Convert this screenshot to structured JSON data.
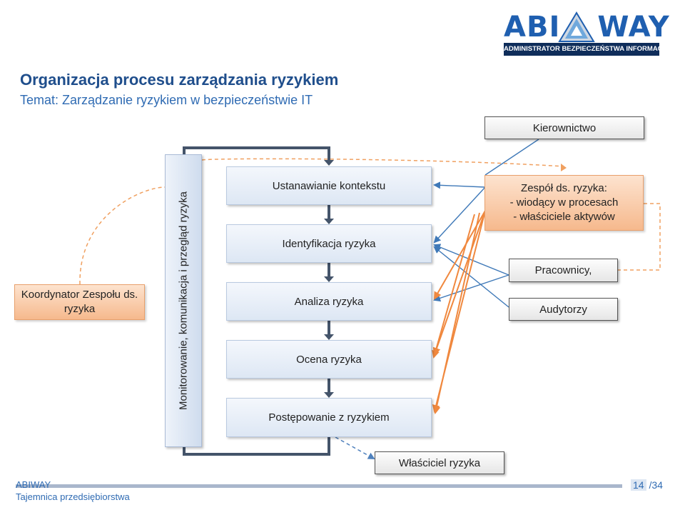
{
  "title": "Organizacja procesu zarządzania ryzykiem",
  "subtitle": "Temat: Zarządzanie ryzykiem w bezpieczeństwie IT",
  "logo": {
    "brand_left": "ABI",
    "brand_right": "WAY",
    "tagline": "ADMINISTRATOR BEZPIECZEŃSTWA INFORMACJI"
  },
  "diagram": {
    "management": "Kierownictwo",
    "coordinator": "Koordynator Zespołu ds. ryzyka",
    "monitoring": "Monitorowanie, komunikacja i przegląd ryzyka",
    "steps": [
      "Ustanawianie kontekstu",
      "Identyfikacja ryzyka",
      "Analiza ryzyka",
      "Ocena ryzyka",
      "Postępowanie z ryzykiem"
    ],
    "team": "Zespół ds. ryzyka:\n- wiodący w procesach\n- właściciele aktywów",
    "employees": "Pracownicy,",
    "auditors": "Audytorzy",
    "risk_owner": "Właściciel ryzyka"
  },
  "footer": {
    "brand": "ABIWAY",
    "confidential": "Tajemnica przedsiębiorstwa",
    "page": "14",
    "total": "/34"
  },
  "colors": {
    "title": "#1f4e8c",
    "accent": "#2f6bb3",
    "orange_link": "#f0883e",
    "blue_link": "#3f79b8"
  }
}
